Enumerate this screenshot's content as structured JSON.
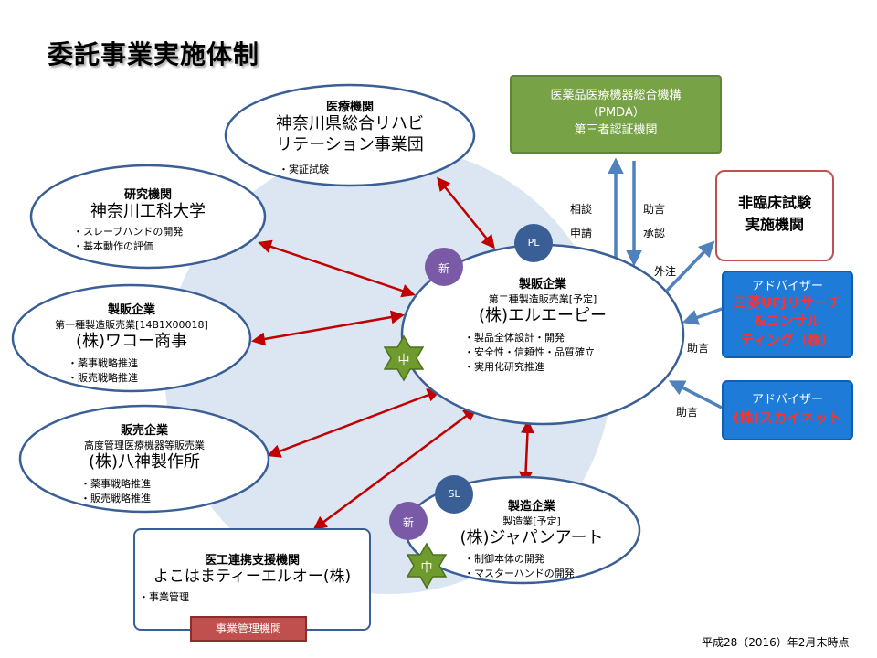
{
  "title": "委託事業実施体制",
  "nodes": {
    "hospital": {
      "category": "医療機関",
      "name_line1": "神奈川県総合リハビ",
      "name_line2": "リテーション事業団",
      "bullets": [
        "実証試験"
      ]
    },
    "research": {
      "category": "研究機関",
      "name": "神奈川工科大学",
      "bullets": [
        "スレーブハンドの開発",
        "基本動作の評価"
      ]
    },
    "maker1": {
      "category": "製販企業",
      "sub": "第一種製造販売業[14B1X00018]",
      "name": "(株)ワコー商事",
      "bullets": [
        "薬事戦略推進",
        "販売戦略推進"
      ]
    },
    "sales": {
      "category": "販売企業",
      "sub": "高度管理医療機器等販売業",
      "name": "(株)八神製作所",
      "bullets": [
        "薬事戦略推進",
        "販売戦略推進"
      ]
    },
    "lead": {
      "category": "製販企業",
      "sub": "第二種製造販売業[予定]",
      "name": "(株)エルエーピー",
      "bullets": [
        "製品全体設計・開発",
        "安全性・信頼性・品質確立",
        "実用化研究推進"
      ]
    },
    "manufacturer": {
      "category": "製造企業",
      "sub": "製造業[予定]",
      "name": "(株)ジャパンアート",
      "bullets": [
        "制御本体の開発",
        "マスターハンドの開発"
      ]
    },
    "support": {
      "category": "医工連携支援機関",
      "name": "よこはまティーエルオー(株)",
      "bullets": [
        "事業管理"
      ],
      "tag": "事業管理機関"
    },
    "pmda": {
      "line1": "医薬品医療機器総合機構",
      "line2": "（PMDA）",
      "line3": "第三者認証機関"
    },
    "nonclinical": {
      "line1": "非臨床試験",
      "line2": "実施機関"
    },
    "advisor1": {
      "role": "アドバイザー",
      "line1": "三菱UFJリサーチ",
      "line2": "&コンサル",
      "line3": "ティング（株）"
    },
    "advisor2": {
      "role": "アドバイザー",
      "name": "(株)スカイネット"
    }
  },
  "arrow_labels": {
    "consult": "相談",
    "apply": "申請",
    "advice": "助言",
    "approve": "承認",
    "outsource": "外注",
    "advice_adv1": "助言",
    "advice_adv2": "助言"
  },
  "badges": {
    "pl": "PL",
    "sl": "SL",
    "new": "新",
    "mid": "中"
  },
  "footer_date": "平成28（2016）年2月末時点",
  "colors": {
    "red_arrow": "#c00000",
    "blue_arrow": "#4f81bd",
    "ellipse_border": "#3a5f96",
    "bg_circle": "#dce6f2",
    "badge_blue": "#3a5f96",
    "badge_purple": "#7a5aa6",
    "star_green": "#6e9a2e"
  }
}
